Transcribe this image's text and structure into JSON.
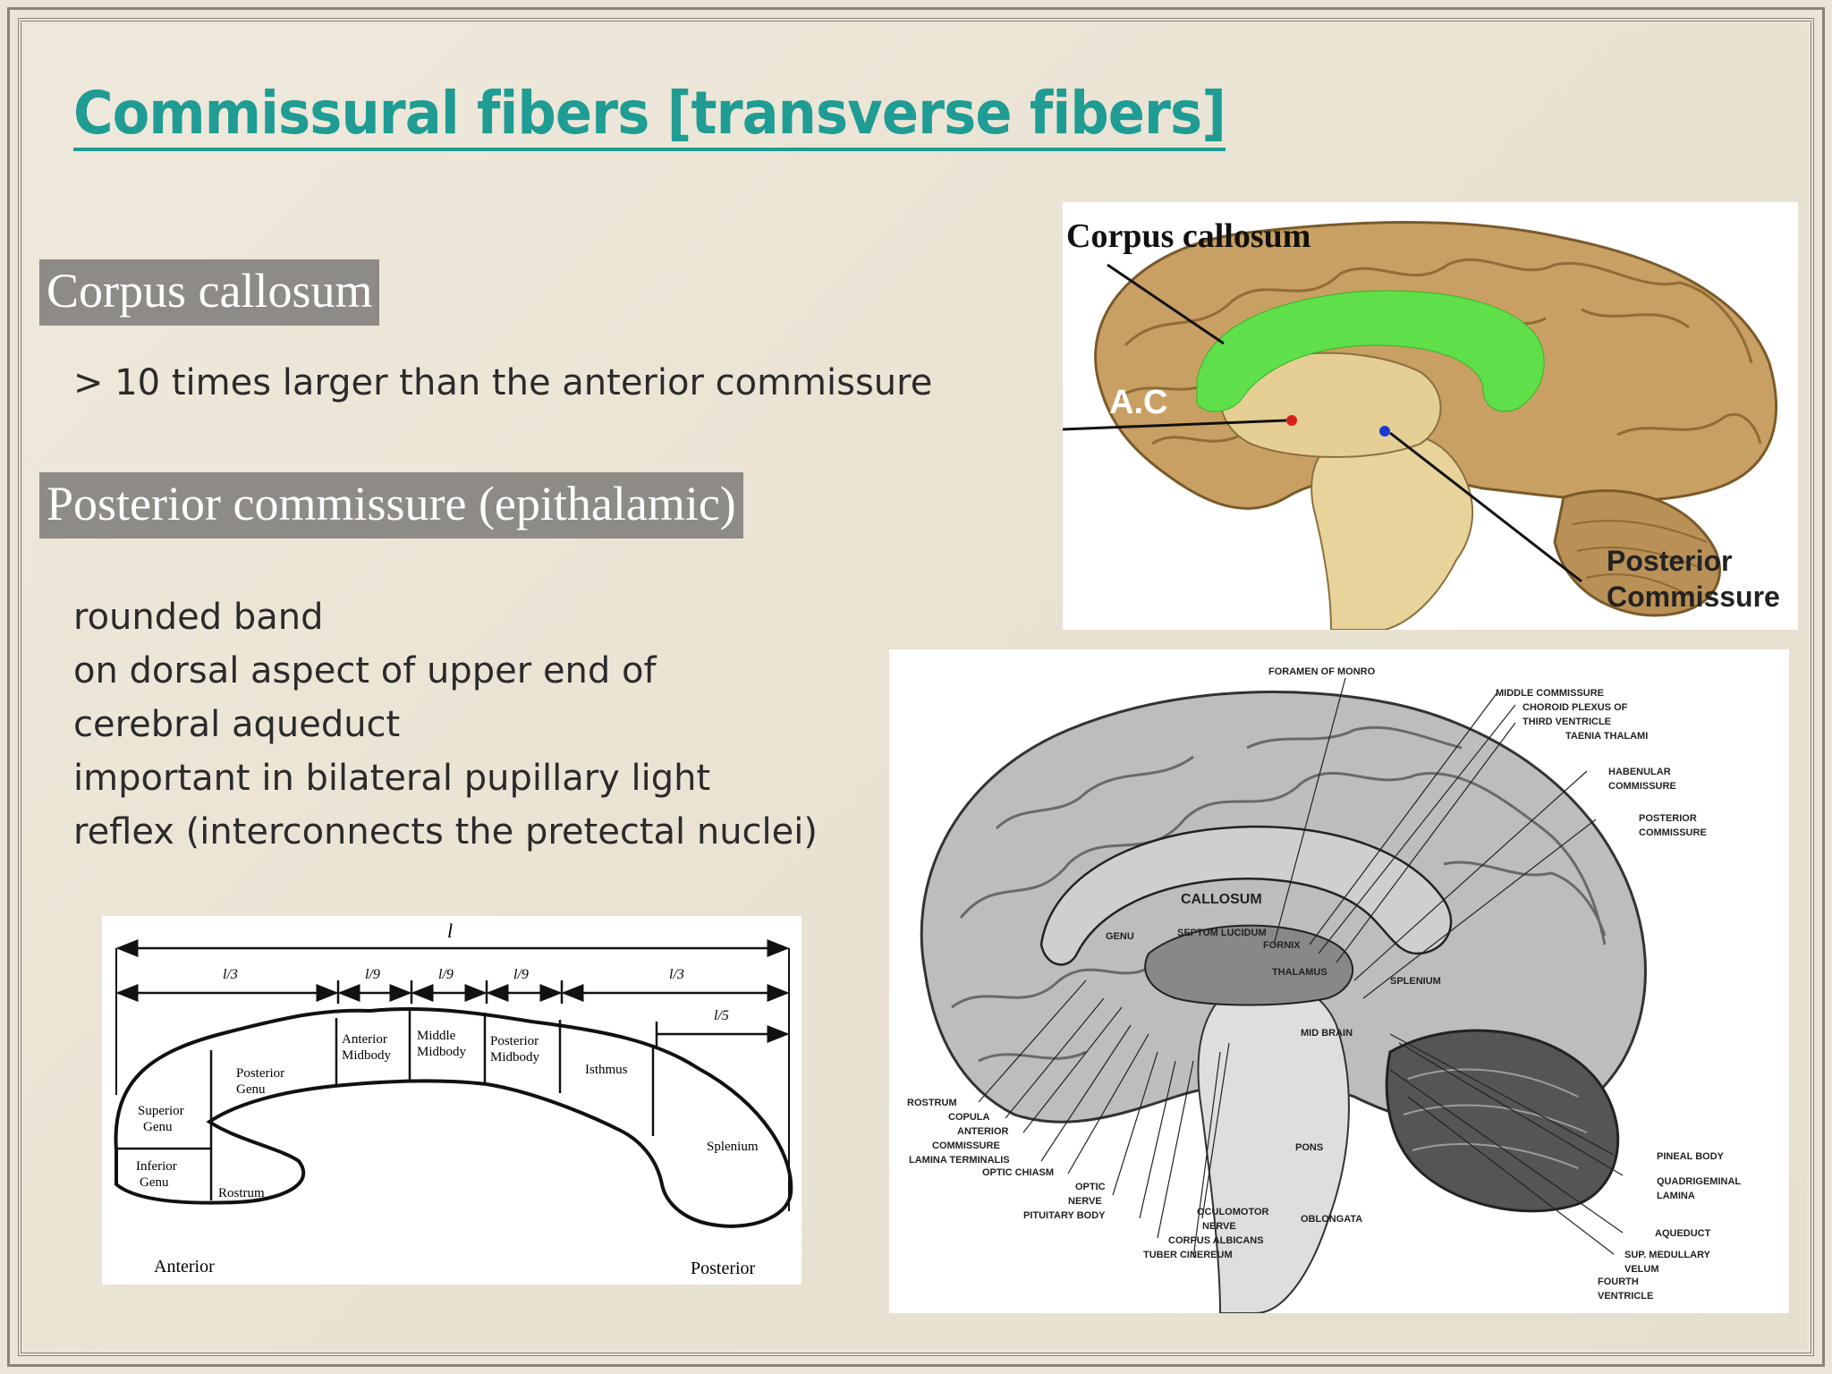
{
  "slide": {
    "title": "Commissural fibers [transverse fibers]"
  },
  "corpus_callosum": {
    "heading": "Corpus callosum",
    "text": "> 10 times larger than the anterior commissure"
  },
  "posterior_commissure": {
    "heading": "Posterior commissure (epithalamic)",
    "lines": [
      "rounded band",
      "on dorsal aspect of upper end of",
      "cerebral aqueduct",
      "important in bilateral pupillary light",
      "reflex (interconnects the pretectal nuclei)"
    ]
  },
  "photo_figure": {
    "label_corpus": "Corpus callosum",
    "label_ac": "A.C",
    "label_pc_line1": "Posterior",
    "label_pc_line2": "Commissure"
  },
  "diagram_figure": {
    "l": "l",
    "third": "l/3",
    "ninth": "l/9",
    "fifth": "l/5",
    "superior_genu": [
      "Superior",
      "Genu"
    ],
    "inferior_genu": [
      "Inferior",
      "Genu"
    ],
    "posterior_genu": [
      "Posterior",
      "Genu"
    ],
    "rostrum": "Rostrum",
    "anterior_midbody": [
      "Anterior",
      "Midbody"
    ],
    "middle_midbody": [
      "Middle",
      "Midbody"
    ],
    "posterior_midbody": [
      "Posterior",
      "Midbody"
    ],
    "isthmus": "Isthmus",
    "splenium": "Splenium",
    "anterior": "Anterior",
    "posterior": "Posterior"
  },
  "brain_diagram": {
    "foramen": "FORAMEN OF MONRO",
    "middle_commissure": "MIDDLE COMMISSURE",
    "choroid": "CHOROID PLEXUS OF",
    "third_ventricle": "THIRD VENTRICLE",
    "taenia": "TAENIA THALAMI",
    "habenular": "HABENULAR",
    "commissure": "COMMISSURE",
    "posterior": "POSTERIOR",
    "callosum": "CALLOSUM",
    "genu": "GENU",
    "septum": "SEPTUM LUCIDUM",
    "fornix": "FORNIX",
    "thalamus": "THALAMUS",
    "splenium": "SPLENIUM",
    "mid_brain": "MID BRAIN",
    "pons": "PONS",
    "oblongata": "OBLONGATA",
    "rostrum": "ROSTRUM",
    "copula": "COPULA",
    "anterior": "ANTERIOR",
    "lamina_terminalis": "LAMINA TERMINALIS",
    "optic_chiasm": "OPTIC CHIASM",
    "optic": "OPTIC",
    "nerve": "NERVE",
    "pituitary": "PITUITARY BODY",
    "oculomotor": "OCULOMOTOR",
    "corpus_albicans": "CORPUS ALBICANS",
    "tuber": "TUBER CINEREUM",
    "pineal": "PINEAL BODY",
    "quadrigeminal": "QUADRIGEMINAL",
    "lamina": "LAMINA",
    "aqueduct": "AQUEDUCT",
    "sup_medullary": "SUP. MEDULLARY",
    "velum": "VELUM",
    "fourth": "FOURTH",
    "ventricle": "VENTRICLE"
  }
}
